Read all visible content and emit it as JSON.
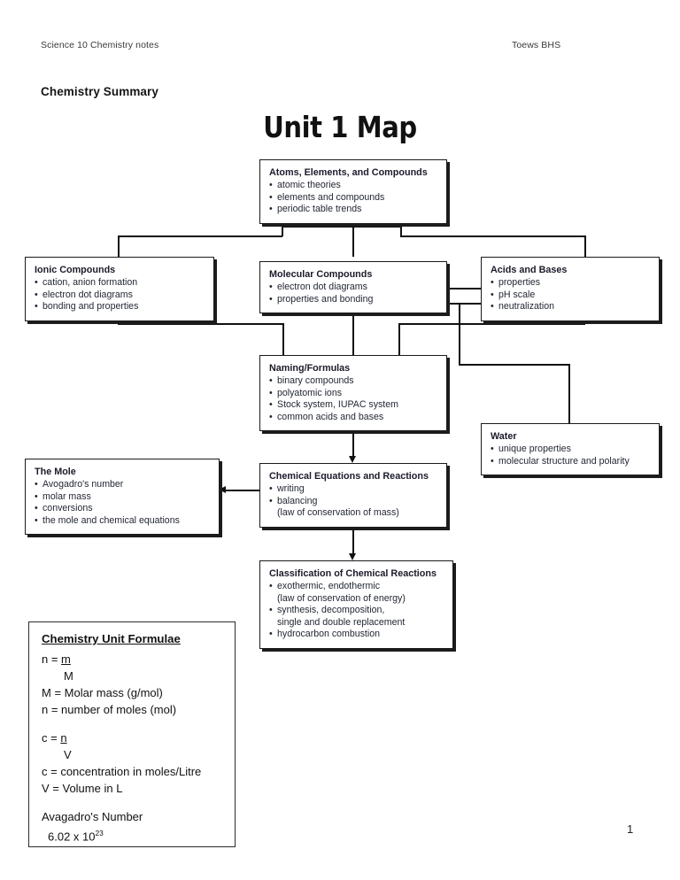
{
  "header": {
    "left": "Science 10 Chemistry notes",
    "right": "Toews BHS"
  },
  "document": {
    "title": "Chemistry Summary",
    "page_number": "1"
  },
  "diagram": {
    "title": "Unit 1 Map",
    "boxes": [
      {
        "id": "atoms",
        "title": "Atoms, Elements, and Compounds",
        "items": [
          "atomic theories",
          "elements and compounds",
          "periodic table trends"
        ]
      },
      {
        "id": "ionic",
        "title": "Ionic Compounds",
        "items": [
          "cation, anion formation",
          "electron dot diagrams",
          "bonding and properties"
        ]
      },
      {
        "id": "molecular",
        "title": "Molecular Compounds",
        "items": [
          "electron dot diagrams",
          "properties and bonding"
        ]
      },
      {
        "id": "acids",
        "title": "Acids and Bases",
        "items": [
          "properties",
          "pH scale",
          "neutralization"
        ]
      },
      {
        "id": "naming",
        "title": "Naming/Formulas",
        "items": [
          "binary compounds",
          "polyatomic ions",
          "Stock system, IUPAC system",
          "common acids and bases"
        ]
      },
      {
        "id": "water",
        "title": "Water",
        "items": [
          "unique properties",
          "molecular structure and polarity"
        ]
      },
      {
        "id": "mole",
        "title": "The Mole",
        "items": [
          "Avogadro's number",
          "molar mass",
          "conversions",
          "the mole and chemical equations"
        ]
      },
      {
        "id": "equations",
        "title": "Chemical Equations and Reactions",
        "items": [
          "writing",
          "balancing"
        ],
        "continuations": [
          "(law of conservation of mass)"
        ]
      },
      {
        "id": "classification",
        "title": "Classification of Chemical Reactions",
        "items": [
          "exothermic, endothermic",
          "(law of conservation of energy)",
          "synthesis, decomposition,",
          "single and double replacement",
          "hydrocarbon combustion"
        ]
      }
    ]
  },
  "formulae": {
    "title": "Chemistry Unit Formulae",
    "line_n_eq": "n = ",
    "line_n_num": "m",
    "line_n_den": "M",
    "line_M_def": "M = Molar mass (g/mol)",
    "line_n_def": "n = number of moles (mol)",
    "line_c_eq": "c = ",
    "line_c_num": "n",
    "line_c_den": "V",
    "line_c_def": "c = concentration in moles/Litre",
    "line_V_def": "V = Volume in L",
    "avogadro_label": "Avagadro's Number",
    "avogadro_mantissa": "6.02 x 10",
    "avogadro_exponent": "23"
  }
}
